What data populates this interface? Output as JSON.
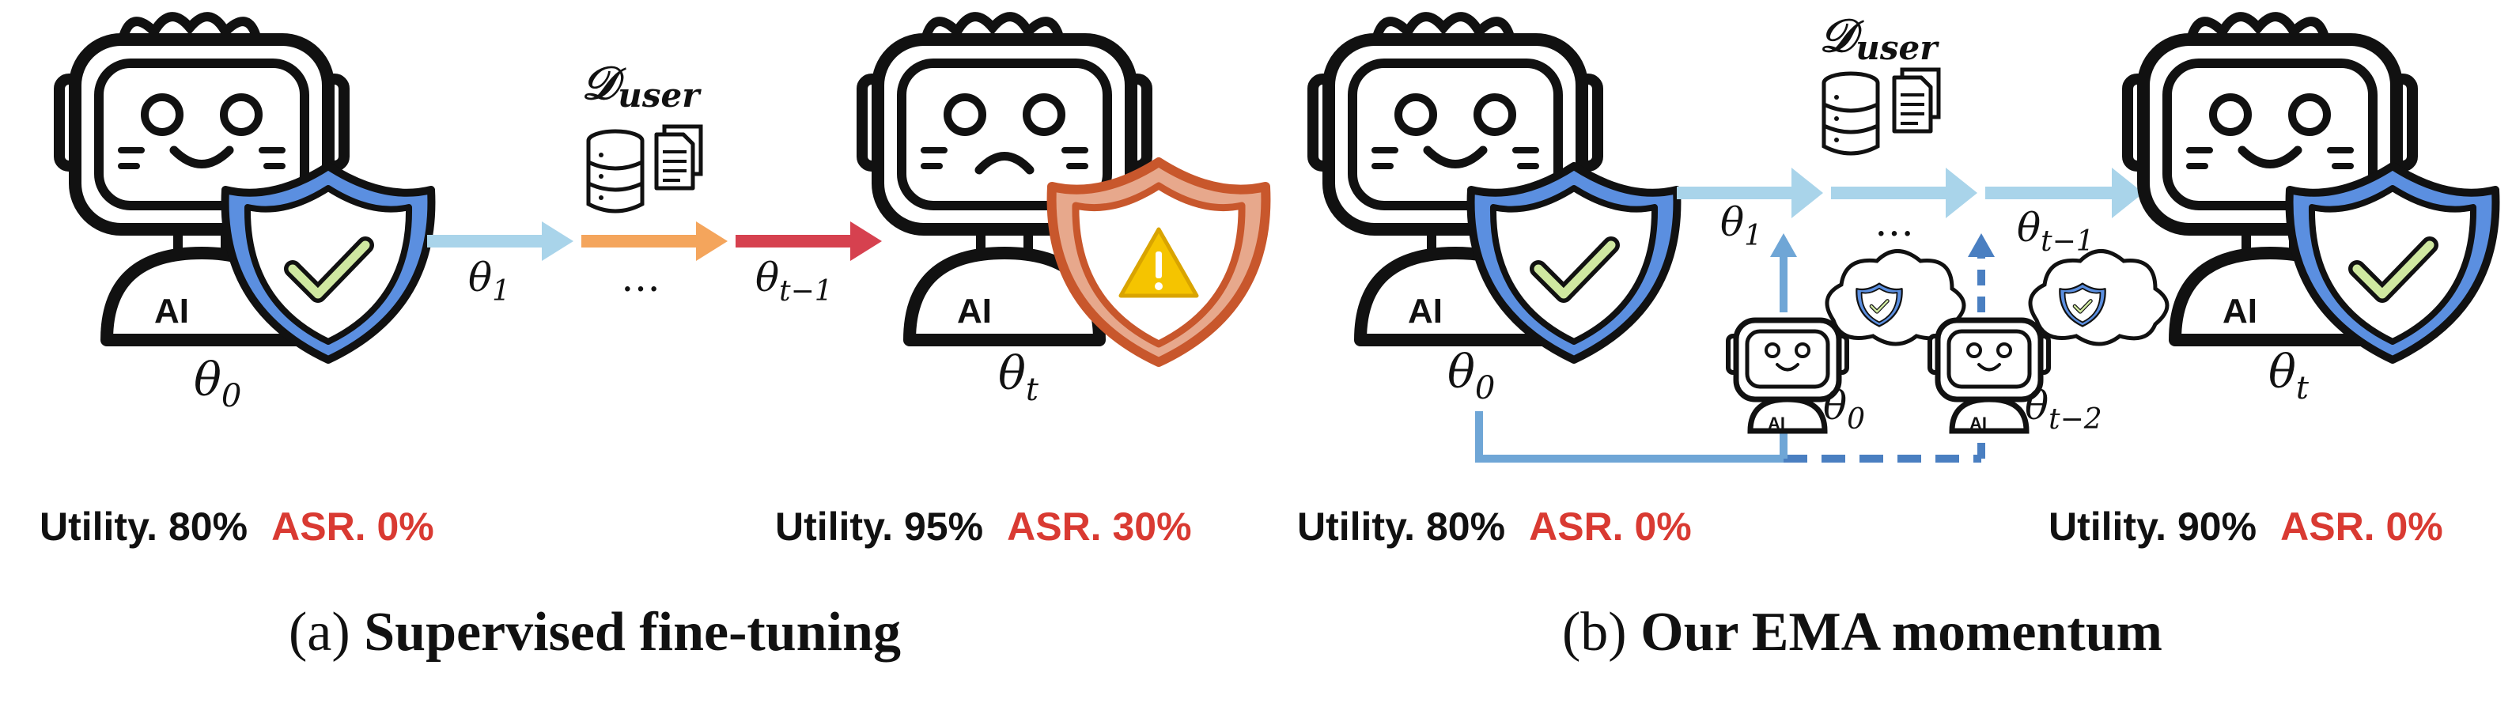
{
  "panel_a": {
    "caption_prefix": "(a)",
    "caption_bold": "Supervised fine-tuning",
    "dataset_label": "𝒟",
    "dataset_subscript": "user",
    "robot_start": {
      "badge": "AI",
      "theta": "θ",
      "sub": "0"
    },
    "robot_end": {
      "badge": "AI",
      "theta": "θ",
      "sub": "t"
    },
    "step_1": {
      "theta": "θ",
      "sub": "1"
    },
    "step_ellipsis": "…",
    "step_last": {
      "theta": "θ",
      "sub": "t−1"
    },
    "metrics_start": {
      "utility_label": "Utility.",
      "utility_value": "80%",
      "asr_label": "ASR.",
      "asr_value": "0%"
    },
    "metrics_end": {
      "utility_label": "Utility.",
      "utility_value": "95%",
      "asr_label": "ASR.",
      "asr_value": "30%"
    }
  },
  "panel_b": {
    "caption_prefix": "(b)",
    "caption_bold": "Our EMA momentum",
    "dataset_label": "𝒟",
    "dataset_subscript": "user",
    "robot_start": {
      "badge": "AI",
      "theta": "θ",
      "sub": "0"
    },
    "robot_end": {
      "badge": "AI",
      "theta": "θ",
      "sub": "t"
    },
    "step_1": {
      "theta": "θ",
      "sub": "1"
    },
    "step_ellipsis": "…",
    "step_last": {
      "theta": "θ",
      "sub": "t−1"
    },
    "mini_robot_1": {
      "badge": "AI",
      "theta": "θ",
      "sub": "0"
    },
    "mini_robot_2": {
      "badge": "AI",
      "theta": "θ",
      "sub": "t−2"
    },
    "metrics_start": {
      "utility_label": "Utility.",
      "utility_value": "80%",
      "asr_label": "ASR.",
      "asr_value": "0%"
    },
    "metrics_end": {
      "utility_label": "Utility.",
      "utility_value": "90%",
      "asr_label": "ASR.",
      "asr_value": "0%"
    }
  },
  "colors": {
    "outline": "#111111",
    "shield_blue": "#5b8fe0",
    "shield_blue_inner": "#ffffff",
    "check_green": "#cfe8a0",
    "shield_orange": "#c8572c",
    "shield_orange_fill": "#e7a88c",
    "warning_yellow": "#f5c400",
    "arrow_light_blue": "#a9d4ea",
    "arrow_orange": "#f4a55c",
    "arrow_red": "#d6414f",
    "arrow_mid_blue": "#6fa6d6",
    "arrow_dark_blue": "#4a7fc1",
    "asr_red": "#d93a32"
  }
}
